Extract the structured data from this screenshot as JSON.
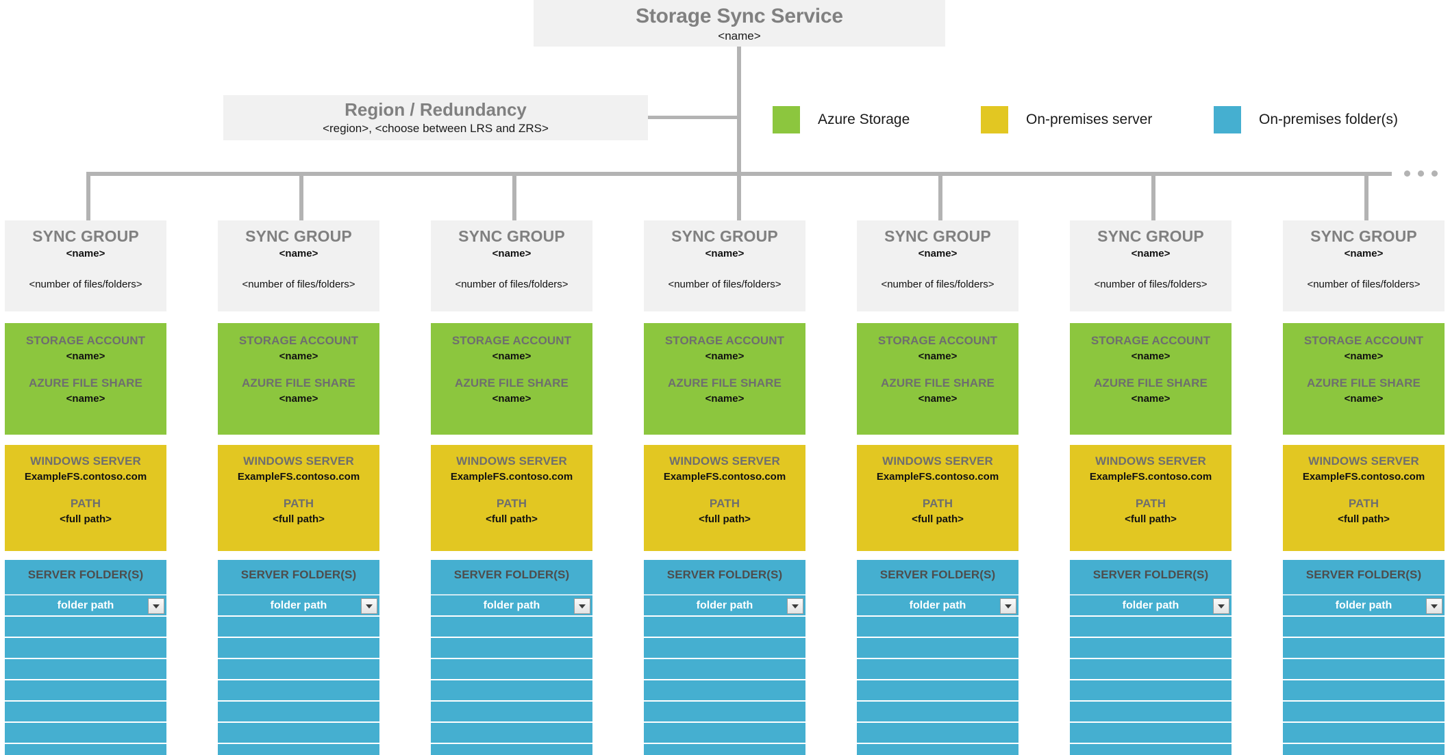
{
  "header": {
    "title": "Storage Sync Service",
    "subtitle": "<name>"
  },
  "region": {
    "title": "Region / Redundancy",
    "subtitle": "<region>, <choose between LRS and ZRS>"
  },
  "legend": {
    "items": [
      {
        "label": "Azure Storage",
        "color": "#8CC63E",
        "icon": "green-square-swatch"
      },
      {
        "label": "On-premises server",
        "color": "#E2C722",
        "icon": "yellow-square-swatch"
      },
      {
        "label": "On-premises folder(s)",
        "color": "#45AFD0",
        "icon": "blue-square-swatch"
      }
    ]
  },
  "overflow_indicator": "...",
  "sync_group": {
    "title": "SYNC GROUP",
    "name": "<name>",
    "count": "<number of files/folders>"
  },
  "storage_block": {
    "account_title": "STORAGE ACCOUNT",
    "account_name": "<name>",
    "share_title": "AZURE FILE SHARE",
    "share_name": "<name>"
  },
  "server_block": {
    "server_title": "WINDOWS SERVER",
    "server_name": "ExampleFS.contoso.com",
    "path_title": "PATH",
    "path_value": "<full path>"
  },
  "folders_block": {
    "title": "SERVER FOLDER(S)",
    "folder_path_label": "folder path",
    "dropdown_icon": "chevron-down-icon",
    "empty_row_count": 7
  },
  "columns_count": 7
}
